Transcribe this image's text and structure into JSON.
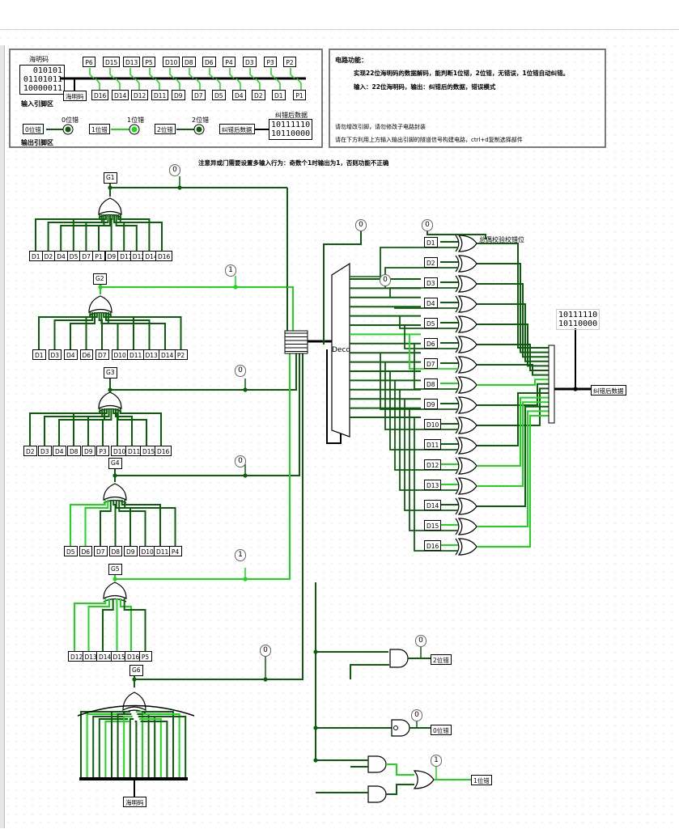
{
  "colors": {
    "wire_on": "#1bd81b",
    "wire_off": "#0b5f0b",
    "border": "#7b7b7b",
    "bus": "#000000"
  },
  "legend_box": {
    "hamming_title": "海明码",
    "hamming_value_lines": [
      "010101",
      "01101011",
      "10000011"
    ],
    "input_area_label": "输入引脚区",
    "hamming_pin_label": "海明码",
    "top_pins": [
      "P6",
      "D15",
      "D13",
      "P5",
      "D10",
      "D8",
      "D6",
      "P4",
      "D3",
      "P3",
      "P2"
    ],
    "bottom_pins": [
      "D16",
      "D14",
      "D12",
      "D11",
      "D9",
      "D7",
      "D5",
      "D4",
      "D2",
      "D1",
      "P1"
    ],
    "output_area_label": "输出引脚区",
    "err0_label": "0位错",
    "err0_tag": "0位错",
    "err1_label": "1位错",
    "err1_tag": "1位错",
    "err2_label": "2位错",
    "err2_tag": "2位错",
    "corrected_title": "纠错后数据",
    "corrected_tag": "纠错后数据",
    "corrected_value_lines": [
      "10111110",
      "10110000"
    ]
  },
  "desc_box": {
    "title": "电路功能：",
    "line1": "实现22位海明码的数据解码，能判断1位错，2位错，无错误，1位错自动纠错。",
    "line2": "输入：22位海明码，输出：纠错后的数据，错误模式",
    "note1": "请勿增改引脚，请勿修改子电路封装",
    "note2": "请在下方利用上方输入输出引脚的隧道信号构建电路，ctrl+d复制选择部件"
  },
  "warning": "注意异或门需要设置多输入行为：奇数个1时输出为1，否则功能不正确",
  "groups": [
    {
      "label": "G1",
      "probe": "0",
      "inputs": [
        "D1",
        "D2",
        "D4",
        "D5",
        "D7",
        "P1",
        "D9",
        "D11",
        "D12",
        "D14",
        "D16"
      ]
    },
    {
      "label": "G2",
      "probe": "1",
      "inputs": [
        "D1",
        "D3",
        "D4",
        "D6",
        "D7",
        "D10",
        "D11",
        "D13",
        "D14",
        "P2"
      ]
    },
    {
      "label": "G3",
      "probe": "0",
      "inputs": [
        "D2",
        "D3",
        "D4",
        "D8",
        "D9",
        "P3",
        "D10",
        "D11",
        "D15",
        "D16"
      ]
    },
    {
      "label": "G4",
      "probe": "0",
      "inputs": [
        "D5",
        "D6",
        "D7",
        "D8",
        "D9",
        "D10",
        "D11",
        "P4"
      ]
    },
    {
      "label": "G5",
      "probe": "1",
      "inputs": [
        "D12",
        "D13",
        "D14",
        "D15",
        "D16",
        "P5"
      ]
    },
    {
      "label": "G6",
      "probe": "0"
    }
  ],
  "decoder": {
    "label": "Decd",
    "probe_top": "0",
    "probe_mid": "0"
  },
  "xor_inputs": [
    "D1",
    "D2",
    "D3",
    "D4",
    "D5",
    "D6",
    "D7",
    "D8",
    "D9",
    "D10",
    "D11",
    "D12",
    "D13",
    "D14",
    "D15",
    "D16"
  ],
  "parity_note": "总偶校验校错位",
  "output_value_lines": [
    "10111110",
    "10110000"
  ],
  "output_tag": "纠错后数据",
  "hamming_bottom": "海明码",
  "error_outputs": [
    {
      "probe": "0",
      "tag": "2位错"
    },
    {
      "probe": "0",
      "tag": "0位错"
    },
    {
      "probe": "1",
      "tag": "1位错"
    }
  ]
}
